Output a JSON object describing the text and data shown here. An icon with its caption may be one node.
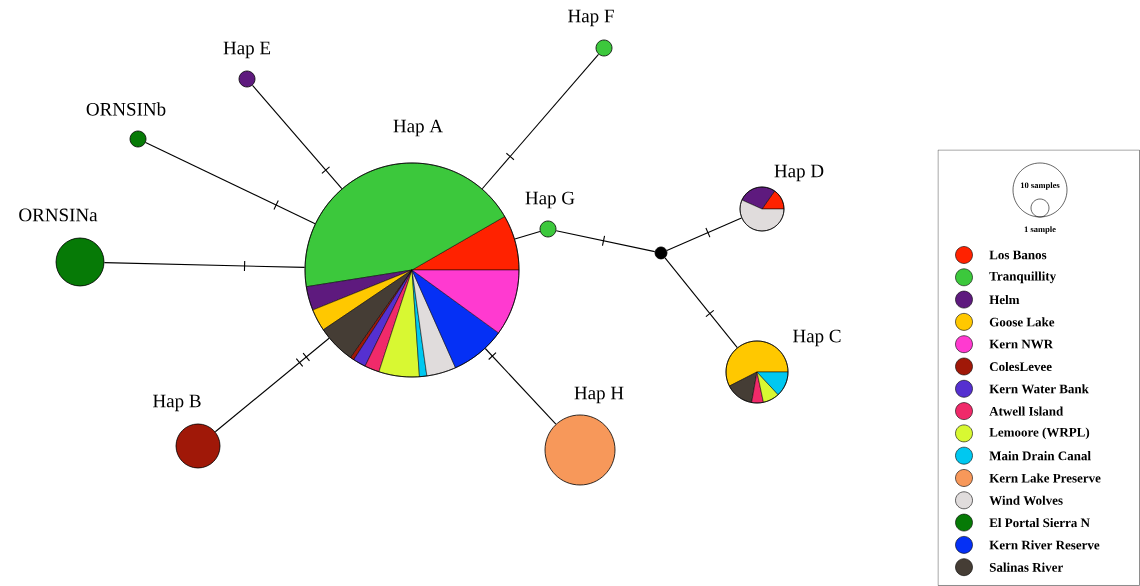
{
  "diagram": {
    "nodes": [
      {
        "text": [
          "Hap E"
        ]
      },
      {
        "text": [
          "Hap F"
        ]
      },
      {
        "text": [
          "ORNSINb"
        ]
      },
      {
        "text": [
          "Hap A"
        ]
      },
      {
        "text": [
          "Hap D"
        ]
      },
      {
        "text": [
          "ORNSINa"
        ]
      },
      {
        "text": [
          "Hap G"
        ]
      },
      {
        "text": [],
        "shape": "circle"
      },
      {
        "text": [
          "Hap C"
        ]
      },
      {
        "text": [
          "Hap B"
        ]
      },
      {
        "text": [
          "Hap H"
        ]
      }
    ],
    "edges": [
      {
        "from": 0,
        "to": 3,
        "arrow": "none"
      },
      {
        "from": 1,
        "to": 3,
        "arrow": "none"
      },
      {
        "from": 2,
        "to": 3,
        "arrow": "none"
      },
      {
        "from": 5,
        "to": 3,
        "arrow": "none"
      },
      {
        "from": 9,
        "to": 3,
        "arrow": "none"
      },
      {
        "from": 10,
        "to": 3,
        "arrow": "none"
      },
      {
        "from": 6,
        "to": 3,
        "arrow": "none"
      },
      {
        "from": 6,
        "to": 7,
        "arrow": "none"
      },
      {
        "from": 7,
        "to": 4,
        "arrow": "none"
      },
      {
        "from": 7,
        "to": 8,
        "arrow": "none"
      }
    ],
    "labels": [
      "10 samples",
      "1 sample"
    ],
    "legend": [
      {
        "text": "Los Banos",
        "color": "#ff2200"
      },
      {
        "text": "Tranquillity",
        "color": "#3cc83c"
      },
      {
        "text": "Helm",
        "color": "#5e1a7e"
      },
      {
        "text": "Goose Lake",
        "color": "#ffc800"
      },
      {
        "text": "Kern NWR",
        "color": "#ff3ad0"
      },
      {
        "text": "ColesLevee",
        "color": "#a01808"
      },
      {
        "text": "Kern Water Bank",
        "color": "#5530d0"
      },
      {
        "text": "Atwell Island",
        "color": "#f02a6a"
      },
      {
        "text": "Lemoore (WRPL)",
        "color": "#d8f832"
      },
      {
        "text": "Main Drain Canal",
        "color": "#00c8f0"
      },
      {
        "text": "Kern Lake Preserve",
        "color": "#f7985a"
      },
      {
        "text": "Wind Wolves",
        "color": "#e0dcdc"
      },
      {
        "text": "El Portal Sierra N",
        "color": "#067a06"
      },
      {
        "text": "Kern River Reserve",
        "color": "#0530f5"
      },
      {
        "text": "Salinas River",
        "color": "#453d35"
      }
    ]
  }
}
